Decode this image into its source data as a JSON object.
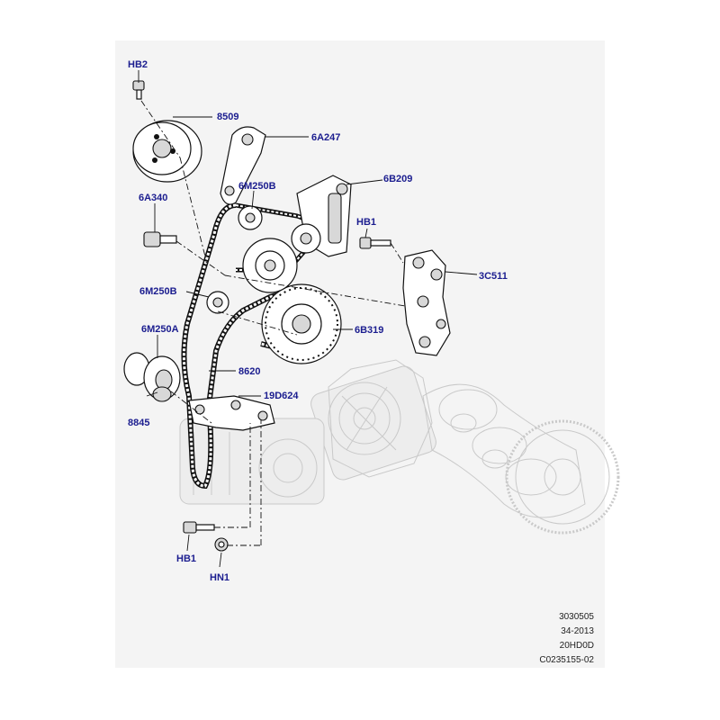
{
  "callouts": {
    "hb2_top": "HB2",
    "p8509": "8509",
    "p6a247": "6A247",
    "p6m250b_upper": "6M250B",
    "p6b209": "6B209",
    "p6a340": "6A340",
    "hb1_right": "HB1",
    "p3c511": "3C511",
    "p6m250b_lower": "6M250B",
    "p6b319": "6B319",
    "p6m250a": "6M250A",
    "p8620": "8620",
    "p19d624": "19D624",
    "p8845": "8845",
    "hb1_bottom": "HB1",
    "hn1_bottom": "HN1"
  },
  "reference": {
    "line1": "3030505",
    "line2": "34-2013",
    "line3": "20HD0D",
    "line4": "C0235155-02"
  },
  "colors": {
    "callout": "#1b1d8f",
    "background": "#f4f4f4",
    "line": "#111111",
    "ghost": "#c9c9c9"
  }
}
